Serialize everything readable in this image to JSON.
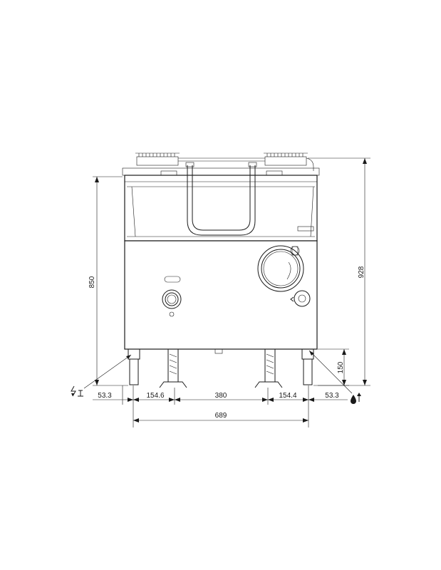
{
  "dimensions": {
    "overall_height": "928",
    "body_height": "850",
    "leg_height": "150",
    "left_margin": "53.3",
    "left_leg_to_center": "154.6",
    "center_span": "380",
    "right_center_to_leg": "154.4",
    "right_margin": "53.3",
    "overall_width": "689"
  },
  "icons": {
    "electric_connection": "electric-connection-icon",
    "water_connection": "water-connection-icon"
  },
  "colors": {
    "line": "#1a1a1a",
    "background": "#ffffff"
  }
}
